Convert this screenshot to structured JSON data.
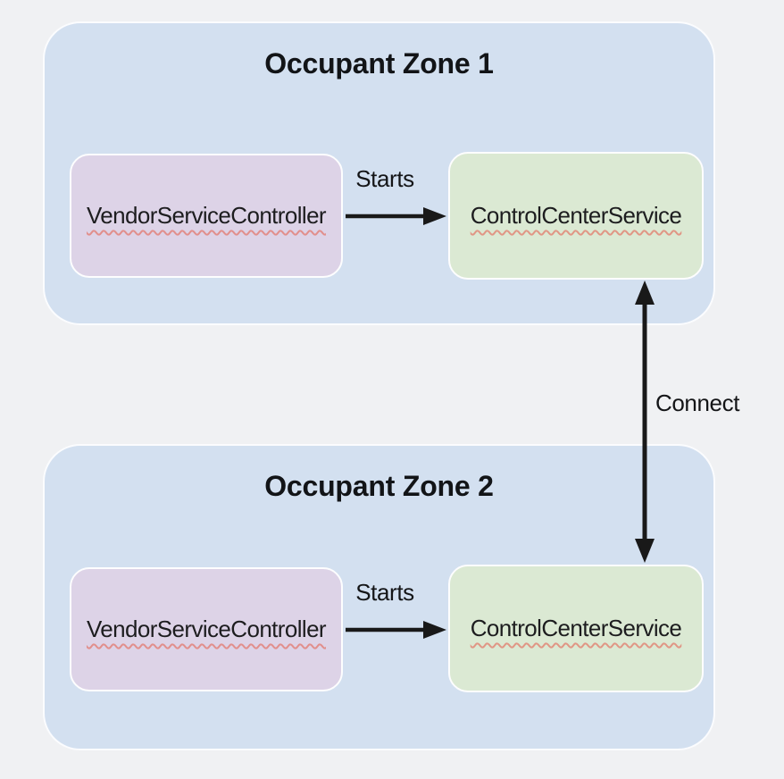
{
  "page": {
    "background": "#f0f1f3"
  },
  "diagram": {
    "zones": [
      {
        "title": "Occupant Zone 1",
        "fill": "#d3e0f0",
        "nodes": [
          {
            "label": "VendorServiceController",
            "fill": "#ddd3e7"
          },
          {
            "label": "ControlCenterService",
            "fill": "#dbe9d3"
          }
        ],
        "edge": {
          "label": "Starts",
          "from": "VendorServiceController",
          "to": "ControlCenterService",
          "direction": "right"
        }
      },
      {
        "title": "Occupant Zone 2",
        "fill": "#d3e0f0",
        "nodes": [
          {
            "label": "VendorServiceController",
            "fill": "#ddd3e7"
          },
          {
            "label": "ControlCenterService",
            "fill": "#dbe9d3"
          }
        ],
        "edge": {
          "label": "Starts",
          "from": "VendorServiceController",
          "to": "ControlCenterService",
          "direction": "right"
        }
      }
    ],
    "cross_zone_edge": {
      "label": "Connect",
      "from": "ControlCenterService (Zone 1)",
      "to": "ControlCenterService (Zone 2)",
      "direction": "both"
    },
    "colors": {
      "arrow": "#191919",
      "text": "#1d1d1f",
      "spellcheck_underline": "#e46a5a",
      "zone_border": "#fbfcfe",
      "node_border": "#fdfdfe"
    }
  }
}
